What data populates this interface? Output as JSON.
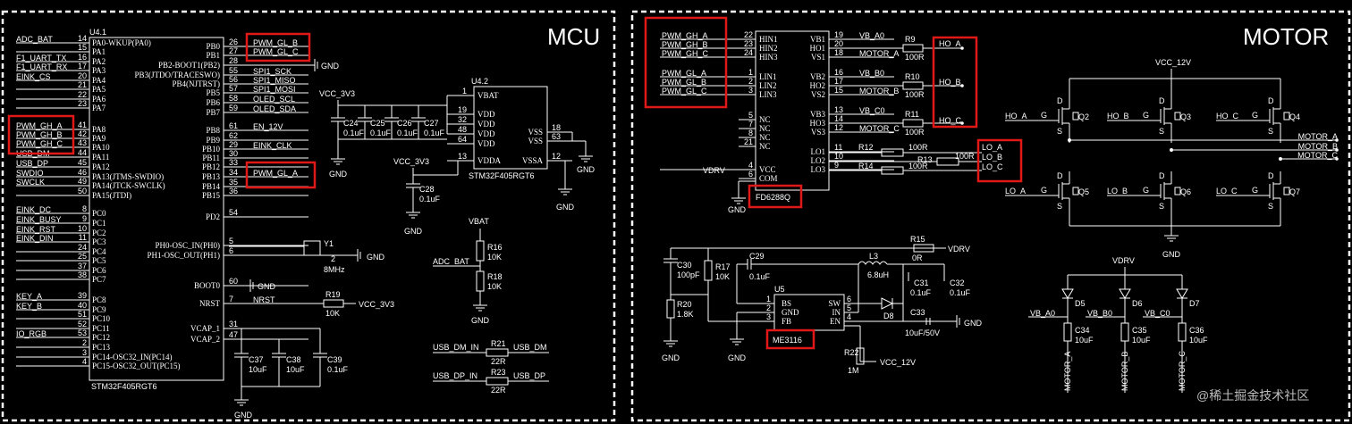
{
  "sections": {
    "mcu": "MCU",
    "motor": "MOTOR"
  },
  "u41": {
    "ref": "U4.1",
    "part": "STM32F405RGT6",
    "left_pins": [
      {
        "net": "ADC_BAT",
        "num": "14",
        "name": "PA0-WKUP(PA0)"
      },
      {
        "net": "",
        "num": "15",
        "name": "PA1"
      },
      {
        "net": "F1_UART_TX",
        "num": "16",
        "name": "PA2"
      },
      {
        "net": "F1_UART_RX",
        "num": "17",
        "name": "PA3"
      },
      {
        "net": "EINK_CS",
        "num": "20",
        "name": "PA4"
      },
      {
        "net": "",
        "num": "21",
        "name": "PA5"
      },
      {
        "net": "",
        "num": "22",
        "name": "PA6"
      },
      {
        "net": "",
        "num": "23",
        "name": "PA7"
      },
      {
        "net": "PWM_GH_A",
        "num": "41",
        "name": "PA8"
      },
      {
        "net": "PWM_GH_B",
        "num": "42",
        "name": "PA9"
      },
      {
        "net": "PWM_GH_C",
        "num": "43",
        "name": "PA10"
      },
      {
        "net": "USB_DM",
        "num": "44",
        "name": "PA11"
      },
      {
        "net": "USB_DP",
        "num": "45",
        "name": "PA12"
      },
      {
        "net": "SWDIO",
        "num": "46",
        "name": "PA13(JTMS-SWDIO)"
      },
      {
        "net": "SWCLK",
        "num": "49",
        "name": "PA14(JTCK-SWCLK)"
      },
      {
        "net": "",
        "num": "50",
        "name": "PA15(JTDI)"
      },
      {
        "net": "EINK_DC",
        "num": "8",
        "name": "PC0"
      },
      {
        "net": "EINK_BUSY",
        "num": "9",
        "name": "PC1"
      },
      {
        "net": "EINK_RST",
        "num": "10",
        "name": "PC2"
      },
      {
        "net": "EINK_DIN",
        "num": "11",
        "name": "PC3"
      },
      {
        "net": "",
        "num": "24",
        "name": "PC4"
      },
      {
        "net": "",
        "num": "25",
        "name": "PC5"
      },
      {
        "net": "",
        "num": "37",
        "name": "PC6"
      },
      {
        "net": "",
        "num": "38",
        "name": "PC7"
      },
      {
        "net": "KEY_A",
        "num": "39",
        "name": "PC8"
      },
      {
        "net": "KEY_B",
        "num": "40",
        "name": "PC9"
      },
      {
        "net": "",
        "num": "51",
        "name": "PC10"
      },
      {
        "net": "",
        "num": "52",
        "name": "PC11"
      },
      {
        "net": "IO_RGB",
        "num": "53",
        "name": "PC12"
      },
      {
        "net": "",
        "num": "2",
        "name": "PC13"
      },
      {
        "net": "",
        "num": "3",
        "name": "PC14-OSC32_IN(PC14)"
      },
      {
        "net": "",
        "num": "4",
        "name": "PC15-OSC32_OUT(PC15)"
      }
    ],
    "right_pins": [
      {
        "name": "PB0",
        "num": "26",
        "net": "PWM_GL_B"
      },
      {
        "name": "PB1",
        "num": "27",
        "net": "PWM_GL_C"
      },
      {
        "name": "PB2-BOOT1(PB2)",
        "num": "28",
        "net": ""
      },
      {
        "name": "PB3(JTDO/TRACESWO)",
        "num": "55",
        "net": "SPI1_SCK"
      },
      {
        "name": "PB4(NJTRST)",
        "num": "56",
        "net": "SPI1_MISO"
      },
      {
        "name": "PB5",
        "num": "57",
        "net": "SPI1_MOSI"
      },
      {
        "name": "PB6",
        "num": "58",
        "net": "OLED_SCL"
      },
      {
        "name": "PB7",
        "num": "59",
        "net": "OLED_SDA"
      },
      {
        "name": "PB8",
        "num": "61",
        "net": "EN_12V"
      },
      {
        "name": "PB9",
        "num": "62",
        "net": ""
      },
      {
        "name": "PB10",
        "num": "29",
        "net": "EINK_CLK"
      },
      {
        "name": "PB11",
        "num": "30",
        "net": ""
      },
      {
        "name": "PB12",
        "num": "33",
        "net": ""
      },
      {
        "name": "PB13",
        "num": "34",
        "net": "PWM_GL_A"
      },
      {
        "name": "PB14",
        "num": "35",
        "net": ""
      },
      {
        "name": "PB15",
        "num": "36",
        "net": ""
      },
      {
        "name": "PD2",
        "num": "54",
        "net": ""
      },
      {
        "name": "PH0-OSC_IN(PH0)",
        "num": "5",
        "net": ""
      },
      {
        "name": "PH1-OSC_OUT(PH1)",
        "num": "6",
        "net": ""
      },
      {
        "name": "BOOT0",
        "num": "60",
        "net": ""
      },
      {
        "name": "NRST",
        "num": "7",
        "net": "NRST"
      },
      {
        "name": "VCAP_1",
        "num": "31",
        "net": ""
      },
      {
        "name": "VCAP_2",
        "num": "47",
        "net": ""
      }
    ]
  },
  "u42": {
    "ref": "U4.2",
    "part": "STM32F405RGT6",
    "left_pins": [
      {
        "num": "1",
        "name": "VBAT"
      },
      {
        "num": "19",
        "name": "VDD"
      },
      {
        "num": "32",
        "name": "VDD"
      },
      {
        "num": "48",
        "name": "VDD"
      },
      {
        "num": "64",
        "name": "VDD"
      },
      {
        "num": "13",
        "name": "VDDA"
      }
    ],
    "right_pins": [
      {
        "num": "18",
        "name": "VSS"
      },
      {
        "num": "63",
        "name": "VSS"
      },
      {
        "num": "12",
        "name": "VSSA"
      }
    ]
  },
  "mcu_parts": {
    "gnd": "GND",
    "vcc_3v3": "VCC_3V3",
    "vbat": "VBAT",
    "adc_bat": "ADC_BAT",
    "c24": "C24",
    "c25": "C25",
    "c26": "C26",
    "c27": "C27",
    "cap_01uf": "0.1uF",
    "c28": "C28",
    "c37": "C37",
    "c38": "C38",
    "c39": "C39",
    "cap_10uf": "10uF",
    "y1": "Y1",
    "y1_pin1": "1",
    "y1_pin2": "2",
    "y1_freq": "8MHz",
    "r16": "R16",
    "r18": "R18",
    "r10k": "10K",
    "r19": "R19",
    "usb_dm_in": "USB_DM_IN",
    "usb_dp_in": "USB_DP_IN",
    "usb_dm": "USB_DM",
    "usb_dp": "USB_DP",
    "r21": "R21",
    "r23": "R23",
    "r22r": "22R"
  },
  "fd6288": {
    "part": "FD6288Q",
    "left_pins": [
      {
        "net": "PWM_GH_A",
        "num": "22",
        "name": "HIN1"
      },
      {
        "net": "PWM_GH_B",
        "num": "23",
        "name": "HIN2"
      },
      {
        "net": "PWM_GH_C",
        "num": "24",
        "name": "HIN3"
      },
      {
        "net": "PWM_GL_A",
        "num": "1",
        "name": "LIN1"
      },
      {
        "net": "PWM_GL_B",
        "num": "2",
        "name": "LIN2"
      },
      {
        "net": "PWM_GL_C",
        "num": "3",
        "name": "LIN3"
      },
      {
        "net": "",
        "num": "5",
        "name": "NC"
      },
      {
        "net": "",
        "num": "7",
        "name": "NC"
      },
      {
        "net": "",
        "num": "8",
        "name": "NC"
      },
      {
        "net": "",
        "num": "21",
        "name": "NC"
      },
      {
        "net": "VDRV",
        "num": "4",
        "name": "VCC"
      },
      {
        "net": "",
        "num": "6",
        "name": "COM"
      }
    ],
    "right_pins": [
      {
        "name": "VB1",
        "num": "19",
        "net": "VB_A0"
      },
      {
        "name": "HO1",
        "num": "20",
        "net": ""
      },
      {
        "name": "VS1",
        "num": "18",
        "net": "MOTOR_A"
      },
      {
        "name": "VB2",
        "num": "16",
        "net": "VB_B0"
      },
      {
        "name": "HO2",
        "num": "17",
        "net": ""
      },
      {
        "name": "VS2",
        "num": "15",
        "net": "MOTOR_B"
      },
      {
        "name": "VB3",
        "num": "13",
        "net": "VB_C0"
      },
      {
        "name": "HO3",
        "num": "14",
        "net": ""
      },
      {
        "name": "VS3",
        "num": "12",
        "net": "MOTOR_C"
      },
      {
        "name": "LO1",
        "num": "11",
        "net": ""
      },
      {
        "name": "LO2",
        "num": "10",
        "net": ""
      },
      {
        "name": "LO3",
        "num": "9",
        "net": ""
      }
    ]
  },
  "motor_parts": {
    "r9": "R9",
    "r10": "R10",
    "r11": "R11",
    "r100": "100R",
    "ho_a": "HO_A",
    "ho_b": "HO_B",
    "ho_c": "HO_C",
    "r12": "R12",
    "r13": "R13",
    "r14": "R14",
    "lo_a": "LO_A",
    "lo_b": "LO_B",
    "lo_c": "LO_C",
    "vcc_12v": "VCC_12V",
    "gnd": "GND",
    "vdrv": "VDRV",
    "q2": "Q2",
    "q3": "Q3",
    "q4": "Q4",
    "q5": "Q5",
    "q6": "Q6",
    "q7": "Q7",
    "g": "G",
    "d": "D",
    "s": "S",
    "motor_a": "MOTOR_A",
    "motor_b": "MOTOR_B",
    "motor_c": "MOTOR_C",
    "c30": "C30",
    "c30_val": "100pF",
    "r17": "R17",
    "r17_val": "10K",
    "c29": "C29",
    "c29_val": "0.1uF",
    "r20": "R20",
    "r20_val": "1.8K",
    "l3": "L3",
    "l3_val": "6.8uH",
    "r15": "R15",
    "r15_val": "0R",
    "c31": "C31",
    "c31_val": "0.1uF",
    "c32": "C32",
    "c32_val": "0.1uF",
    "u5": "U5",
    "u5_part": "ME3116",
    "u5_pins": [
      {
        "n": "1",
        "name": "BS"
      },
      {
        "n": "2",
        "name": "GND"
      },
      {
        "n": "3",
        "name": "FB"
      },
      {
        "n": "6",
        "name": "SW"
      },
      {
        "n": "5",
        "name": "IN"
      },
      {
        "n": "4",
        "name": "EN"
      }
    ],
    "d8": "D8",
    "c33": "C33",
    "c33_val": "10uF/50V",
    "r22": "R22",
    "r22_val": "1M",
    "d5": "D5",
    "d6": "D6",
    "d7": "D7",
    "vb_a0": "VB_A0",
    "vb_b0": "VB_B0",
    "vb_c0": "VB_C0",
    "c34": "C34",
    "c35": "C35",
    "c36": "C36",
    "c10uf": "10uF"
  },
  "watermark": "@稀土掘金技术社区"
}
